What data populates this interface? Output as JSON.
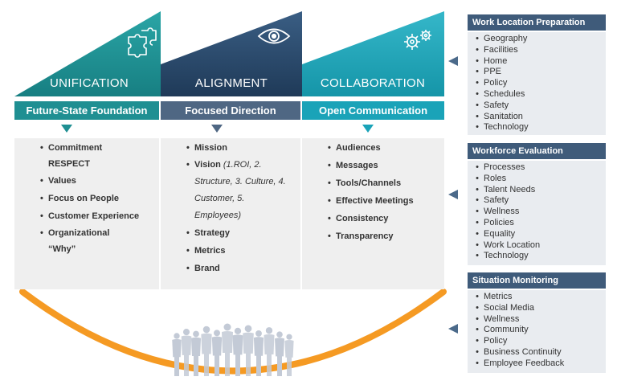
{
  "colors": {
    "teal": "#1f8f92",
    "navy": "#2d4a6b",
    "cyan": "#1aa3b8",
    "arc": "#f59a23",
    "sidebar_header": "#3f5b7a"
  },
  "pillars": [
    {
      "title": "UNIFICATION",
      "icon": "puzzle-icon",
      "tagline": "Future-State Foundation",
      "items": [
        {
          "text": "Commitment RESPECT"
        },
        {
          "text": "Values"
        },
        {
          "text": "Focus on People"
        },
        {
          "text": "Customer Experience"
        },
        {
          "text": "Organizational “Why”"
        }
      ]
    },
    {
      "title": "ALIGNMENT",
      "icon": "eye-icon",
      "tagline": "Focused Direction",
      "items": [
        {
          "text": "Mission"
        },
        {
          "text": "Vision",
          "detail": "(1.ROI, 2. Structure, 3. Culture, 4. Customer, 5. Employees)"
        },
        {
          "text": "Strategy"
        },
        {
          "text": "Metrics"
        },
        {
          "text": "Brand"
        }
      ]
    },
    {
      "title": "COLLABORATION",
      "icon": "gears-icon",
      "tagline": "Open Communication",
      "items": [
        {
          "text": "Audiences"
        },
        {
          "text": "Messages"
        },
        {
          "text": "Tools/Channels"
        },
        {
          "text": "Effective Meetings"
        },
        {
          "text": "Consistency"
        },
        {
          "text": "Transparency"
        }
      ]
    }
  ],
  "sidebar": [
    {
      "title": "Work Location Preparation",
      "items": [
        "Geography",
        "Facilities",
        "Home",
        "PPE",
        "Policy",
        "Schedules",
        "Safety",
        "Sanitation",
        "Technology"
      ]
    },
    {
      "title": "Workforce Evaluation",
      "items": [
        "Processes",
        "Roles",
        "Talent Needs",
        "Safety",
        "Wellness",
        "Policies",
        "Equality",
        "Work Location",
        "Technology"
      ]
    },
    {
      "title": "Situation Monitoring",
      "items": [
        "Metrics",
        "Social Media",
        "Wellness",
        "Community",
        "Policy",
        "Business Continuity",
        "Employee Feedback"
      ]
    }
  ],
  "bullet": "•",
  "people_icon": "people-group-icon"
}
